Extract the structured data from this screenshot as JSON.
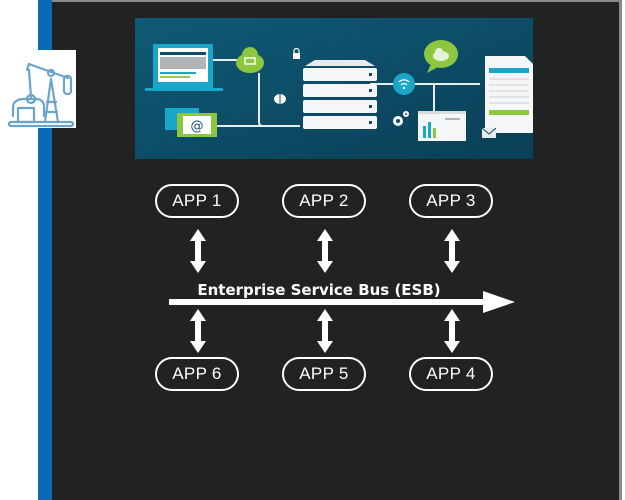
{
  "diagram": {
    "title": "Enterprise Service Bus (ESB)",
    "apps_top": [
      {
        "label": "APP 1"
      },
      {
        "label": "APP 2"
      },
      {
        "label": "APP 3"
      }
    ],
    "apps_bottom": [
      {
        "label": "APP 6"
      },
      {
        "label": "APP 5"
      },
      {
        "label": "APP 4"
      }
    ],
    "connections": "bidirectional",
    "bus_direction": "right"
  },
  "banner": {
    "icons": [
      "laptop-icon",
      "shopping-cart-cloud-icon",
      "lock-icon",
      "email-at-icon",
      "mouse-icon",
      "server-stack-icon",
      "wifi-icon",
      "cloud-chat-icon",
      "gears-icon",
      "analytics-window-icon",
      "document-icon",
      "mail-icon"
    ]
  },
  "logo": {
    "icon": "oil-pump-jack-icon"
  },
  "colors": {
    "background": "#212322",
    "accent_bar": "#0a6ab4",
    "banner_bg": "#0d4d68",
    "icon_stroke": "#6aa3cc",
    "foreground": "#ffffff"
  }
}
